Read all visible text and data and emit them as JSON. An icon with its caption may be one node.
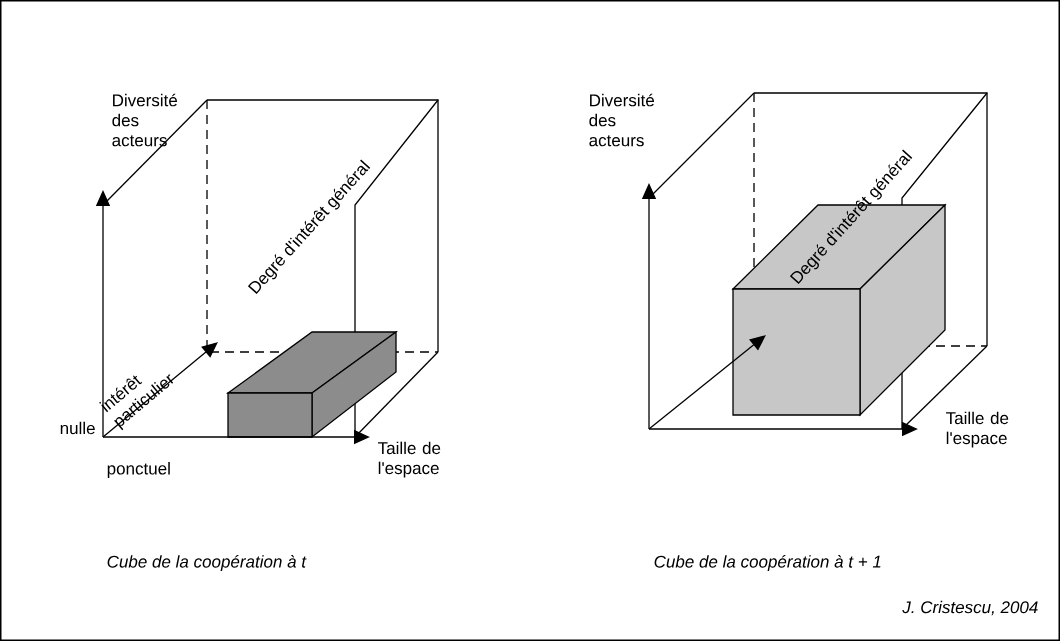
{
  "diagram": {
    "labels": [
      "Diversité des acteurs",
      "Degré d'intérêt général",
      "intérêt particulier",
      "nulle",
      "Taille de l'espace",
      "ponctuel",
      "Diversité des acteurs",
      "Degré d'intérêt général",
      "Taille de l'espace",
      "Cube de la coopération à t",
      "Cube de la coopération à t + 1",
      "J. Cristescu, 2004"
    ]
  }
}
